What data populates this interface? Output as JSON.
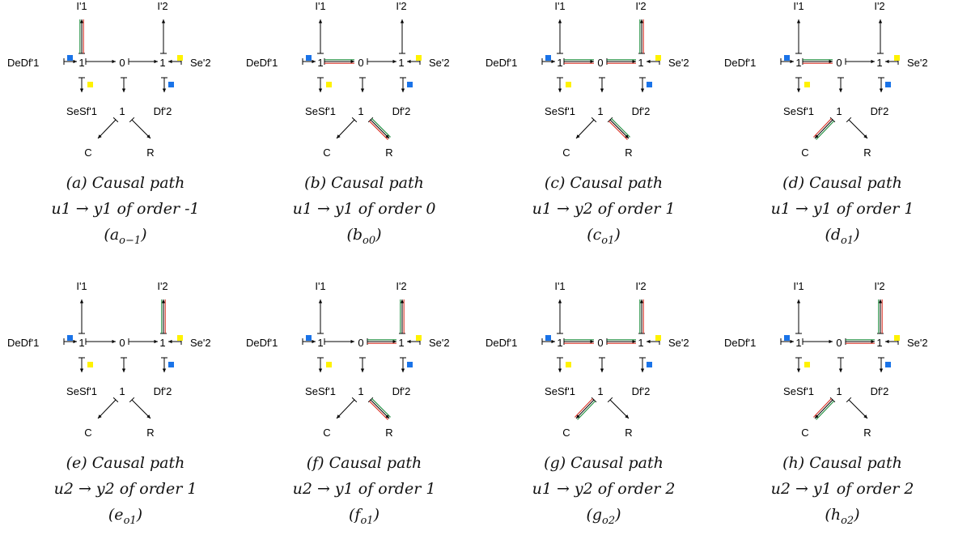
{
  "colors": {
    "blue": "#1a73e8",
    "yellow": "#fff200",
    "red": "#d93025",
    "green": "#1e8e3e",
    "ink": "#000000"
  },
  "labels": {
    "I1": "I'1",
    "I2": "I'2",
    "DeDf1": "DeDf'1",
    "Se2": "Se'2",
    "SeSf1": "SeSf'1",
    "Df2": "Df'2",
    "C": "C",
    "R": "R",
    "j1": "1",
    "j0": "0",
    "j3": "1",
    "j4": "1"
  },
  "panels": [
    {
      "id": "a",
      "caption1": "(a) Causal path",
      "caption2": "u1 → y1 of order -1",
      "caption3_main": "(a",
      "caption3_sub": "o−1",
      "caption3_close": ")",
      "highlight": [
        "I1-j1"
      ]
    },
    {
      "id": "b",
      "caption1": "(b) Causal path",
      "caption2": "u1 → y1 of order 0",
      "caption3_main": "(b",
      "caption3_sub": "o0",
      "caption3_close": ")",
      "highlight": [
        "j1-j0",
        "j4-R"
      ]
    },
    {
      "id": "c",
      "caption1": "(c) Causal path",
      "caption2": "u1 → y2 of order 1",
      "caption3_main": "(c",
      "caption3_sub": "o1",
      "caption3_close": ")",
      "highlight": [
        "j1-j0",
        "j0-j3",
        "I2-j3",
        "j4-R"
      ]
    },
    {
      "id": "d",
      "caption1": "(d) Causal path",
      "caption2": "u1 → y1 of order 1",
      "caption3_main": "(d",
      "caption3_sub": "o1",
      "caption3_close": ")",
      "highlight": [
        "j1-j0",
        "C-j4"
      ]
    },
    {
      "id": "e",
      "caption1": "(e) Causal path",
      "caption2": "u2 → y2 of order 1",
      "caption3_main": "(e",
      "caption3_sub": "o1",
      "caption3_close": ")",
      "highlight": [
        "I2-j3"
      ]
    },
    {
      "id": "f",
      "caption1": "(f) Causal path",
      "caption2": "u2 → y1 of order 1",
      "caption3_main": "(f",
      "caption3_sub": "o1",
      "caption3_close": ")",
      "highlight": [
        "j0-j3",
        "I2-j3",
        "j4-R"
      ]
    },
    {
      "id": "g",
      "caption1": "(g) Causal path",
      "caption2": "u1 → y2 of order 2",
      "caption3_main": "(g",
      "caption3_sub": "o2",
      "caption3_close": ")",
      "highlight": [
        "j1-j0",
        "j0-j3",
        "I2-j3",
        "C-j4"
      ]
    },
    {
      "id": "h",
      "caption1": "(h) Causal path",
      "caption2": "u2 → y1 of order 2",
      "caption3_main": "(h",
      "caption3_sub": "o2",
      "caption3_close": ")",
      "highlight": [
        "j0-j3",
        "I2-j3",
        "C-j4"
      ]
    }
  ]
}
